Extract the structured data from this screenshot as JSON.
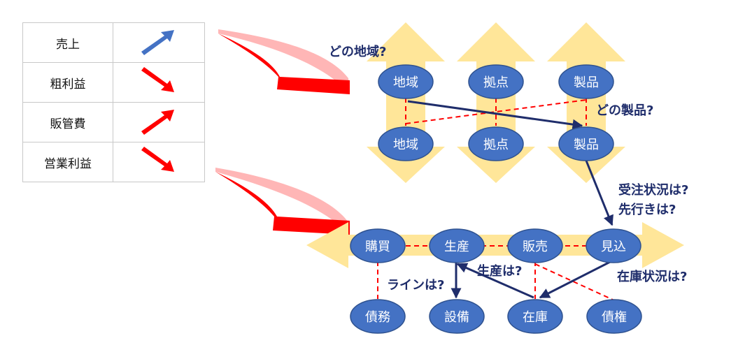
{
  "kpi_table": [
    {
      "label": "売上",
      "trend": "up",
      "arrow_color": "#4472C4"
    },
    {
      "label": "粗利益",
      "trend": "down",
      "arrow_color": "#FF0000"
    },
    {
      "label": "販管費",
      "trend": "up",
      "arrow_color": "#FF0000"
    },
    {
      "label": "営業利益",
      "trend": "down",
      "arrow_color": "#FF0000"
    }
  ],
  "nodes": {
    "region_top": "地域",
    "base_top": "拠点",
    "product_top": "製品",
    "region_bottom": "地域",
    "base_bottom": "拠点",
    "product_bottom": "製品",
    "purchase": "購買",
    "production": "生産",
    "sales": "販売",
    "forecast": "見込",
    "debt": "債務",
    "equipment": "設備",
    "inventory": "在庫",
    "receivable": "債権"
  },
  "questions": {
    "which_region": "どの地域?",
    "which_product": "どの製品?",
    "order_status": "受注状況は?",
    "outlook": "先行きは?",
    "production_q": "生産は?",
    "line_q": "ラインは?",
    "inventory_status": "在庫状況は?"
  },
  "colors": {
    "node_fill": "#4472C4",
    "node_text": "#ffffff",
    "band": "#FFE699",
    "flow_arrow": "#1F2D6B",
    "dashed_link": "#FF0000",
    "big_arrow": "#FF0000",
    "big_arrow_shade": "#FFB6B6"
  }
}
